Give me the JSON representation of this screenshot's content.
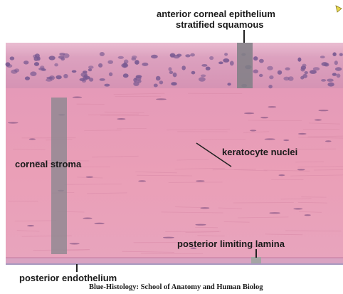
{
  "labels": {
    "epithelium_line1": "anterior corneal epithelium",
    "epithelium_line2": "stratified squamous",
    "stroma": "corneal stroma",
    "keratocyte": "keratocyte nuclei",
    "lamina": "posterior limiting lamina",
    "endothelium": "posterior endothelium"
  },
  "credit": "Blue-Histology: School of Anatomy and Human Biolog",
  "colors": {
    "epithelium": "#d79ab8",
    "stroma": "#e69cb6",
    "nuclei": "#7a5a92",
    "marker_bar": "#7f7f85",
    "corner_arrow": "#e6d84a"
  }
}
